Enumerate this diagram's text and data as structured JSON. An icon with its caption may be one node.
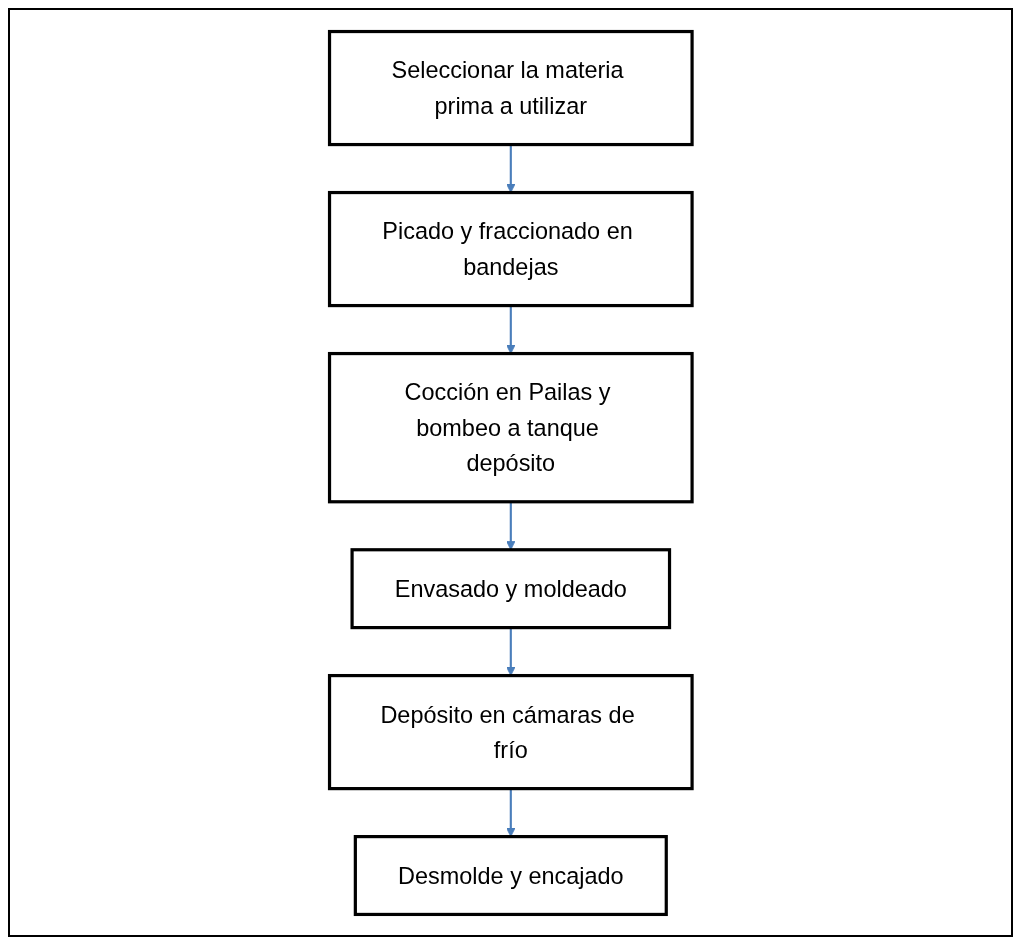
{
  "diagram": {
    "nodes": [
      {
        "text": [
          "Seleccionar la materia prima a utilizar"
        ]
      },
      {
        "text": [
          "Picado y fraccionado en bandejas"
        ]
      },
      {
        "text": [
          "Cocción en Pailas y bombeo a tanque depósito"
        ]
      },
      {
        "text": [
          "Envasado y moldeado"
        ]
      },
      {
        "text": [
          "Depósito en cámaras de frío"
        ]
      },
      {
        "text": [
          "Desmolde y encajado"
        ]
      }
    ],
    "edges": [
      {
        "from": 0,
        "to": 1,
        "arrow": "to"
      },
      {
        "from": 1,
        "to": 2,
        "arrow": "to"
      },
      {
        "from": 2,
        "to": 3,
        "arrow": "to"
      },
      {
        "from": 3,
        "to": 4,
        "arrow": "to"
      },
      {
        "from": 4,
        "to": 5,
        "arrow": "to"
      }
    ]
  }
}
